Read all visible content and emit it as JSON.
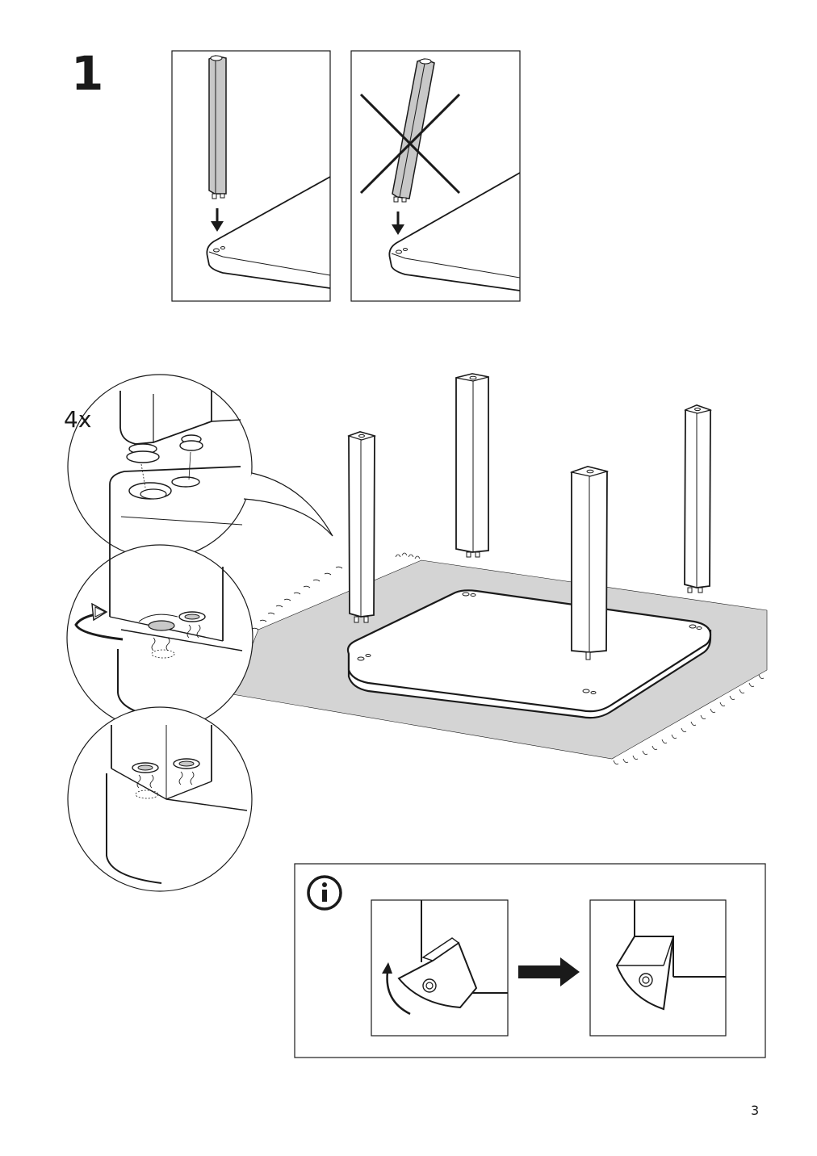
{
  "step": {
    "number": "1"
  },
  "detail": {
    "quantity": "4x"
  },
  "footer": {
    "page_number": "3"
  },
  "colors": {
    "line": "#1a1a1a",
    "leg_fill": "#c8c8c8",
    "rug_fill": "#d4d4d4",
    "background": "#ffffff"
  },
  "icons": [
    "info-icon",
    "down-arrow-icon",
    "right-arrow-icon",
    "rotate-arrow-icon",
    "cross-mark-icon"
  ]
}
